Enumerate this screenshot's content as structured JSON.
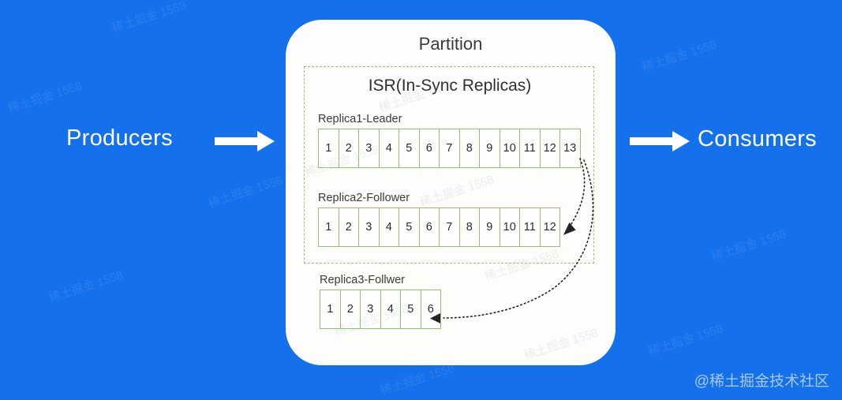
{
  "background_color": "#1570ec",
  "card": {
    "title": "Partition",
    "background_color": "#fdfdfb"
  },
  "isr": {
    "title": "ISR(In-Sync Replicas)",
    "border_color": "#9fbe86"
  },
  "left_side": {
    "label": "Producers",
    "arrow_icon": "right-block-arrow"
  },
  "right_side": {
    "label": "Consumers",
    "arrow_icon": "right-block-arrow"
  },
  "replicas": [
    {
      "name": "Replica1-Leader",
      "cells": [
        "1",
        "2",
        "3",
        "4",
        "5",
        "6",
        "7",
        "8",
        "9",
        "10",
        "11",
        "12",
        "13"
      ]
    },
    {
      "name": "Replica2-Follower",
      "cells": [
        "1",
        "2",
        "3",
        "4",
        "5",
        "6",
        "7",
        "8",
        "9",
        "10",
        "11",
        "12"
      ]
    },
    {
      "name": "Replica3-Follwer",
      "cells": [
        "1",
        "2",
        "3",
        "4",
        "5",
        "6"
      ]
    }
  ],
  "sync_arrows": [
    {
      "icon": "dotted-curved-arrow",
      "from": "Replica1-Leader",
      "to": "Replica2-Follower"
    },
    {
      "icon": "dotted-curved-arrow",
      "from": "Replica1-Leader",
      "to": "Replica3-Follwer"
    }
  ],
  "watermarks": {
    "corner": "@稀土掘金技术社区",
    "tiled": [
      "稀土掘金 1558",
      "稀土掘金 1558",
      "稀土掘金 1558",
      "稀土掘金 1558",
      "稀土掘金 1558",
      "稀土掘金 1558",
      "稀土掘金 1558",
      "稀土掘金 1558"
    ]
  },
  "cell_border_color": "#93bf72"
}
